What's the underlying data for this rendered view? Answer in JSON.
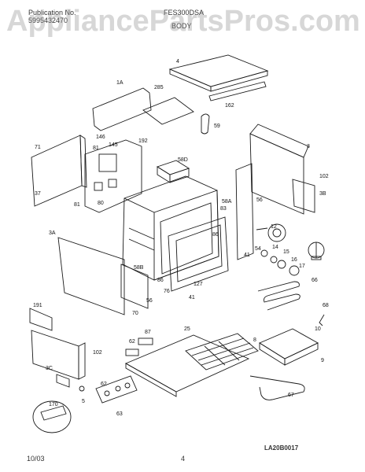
{
  "header": {
    "publication_label": "Publication No.",
    "publication_no": "5995432470",
    "model": "FES300DSA",
    "section": "BODY"
  },
  "watermark": "AppliancePartsPros.com",
  "footer": {
    "date": "10/03",
    "page": "4",
    "figure_code": "LA20B0017"
  },
  "callouts": [
    "4",
    "1A",
    "285",
    "162",
    "59",
    "3",
    "71",
    "146",
    "192",
    "81",
    "145",
    "58D",
    "102",
    "37",
    "3B",
    "80",
    "81",
    "56",
    "58A",
    "12",
    "3A",
    "83",
    "54",
    "14",
    "86",
    "15",
    "41",
    "16",
    "17",
    "58B",
    "86",
    "76",
    "127",
    "66",
    "56",
    "41",
    "70",
    "68",
    "191",
    "87",
    "25",
    "10",
    "62",
    "8",
    "9",
    "102",
    "3C",
    "5",
    "62",
    "67",
    "170",
    "63"
  ],
  "colors": {
    "line": "#1a1a1a",
    "bg": "#ffffff"
  }
}
